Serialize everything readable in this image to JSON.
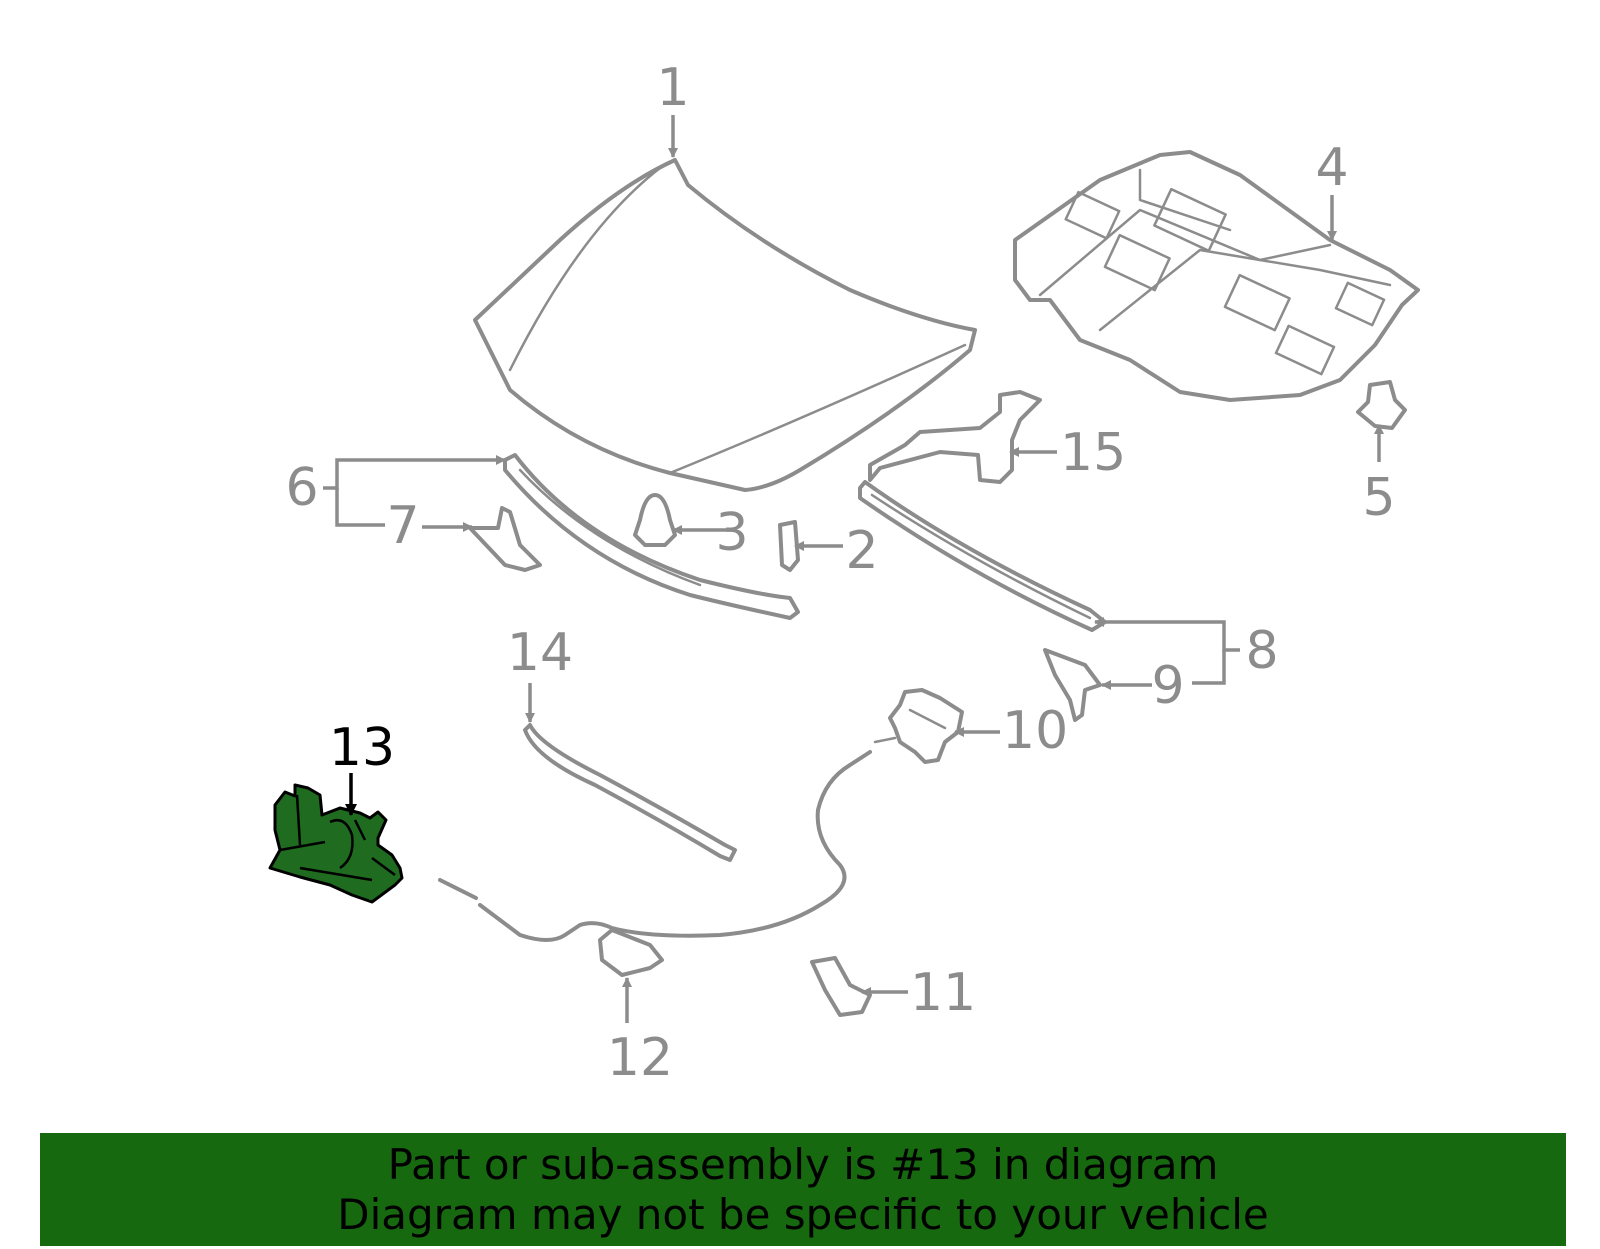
{
  "diagram": {
    "highlight_color": "#1f6b1f",
    "callouts": {
      "c1": "1",
      "c2": "2",
      "c3": "3",
      "c4": "4",
      "c5": "5",
      "c6": "6",
      "c7": "7",
      "c8": "8",
      "c9": "9",
      "c10": "10",
      "c11": "11",
      "c12": "12",
      "c13": "13",
      "c14": "14",
      "c15": "15"
    }
  },
  "banner": {
    "line1": "Part or sub-assembly is #13 in diagram",
    "line2": "Diagram may not be specific to your vehicle",
    "background": "#17690f"
  }
}
